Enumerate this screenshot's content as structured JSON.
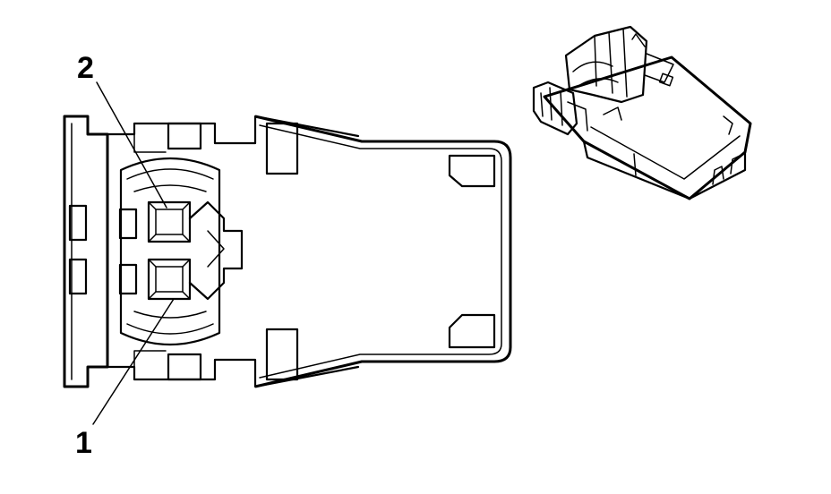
{
  "diagram": {
    "callouts": [
      {
        "id": "2",
        "label": "2"
      },
      {
        "id": "1",
        "label": "1"
      }
    ]
  }
}
